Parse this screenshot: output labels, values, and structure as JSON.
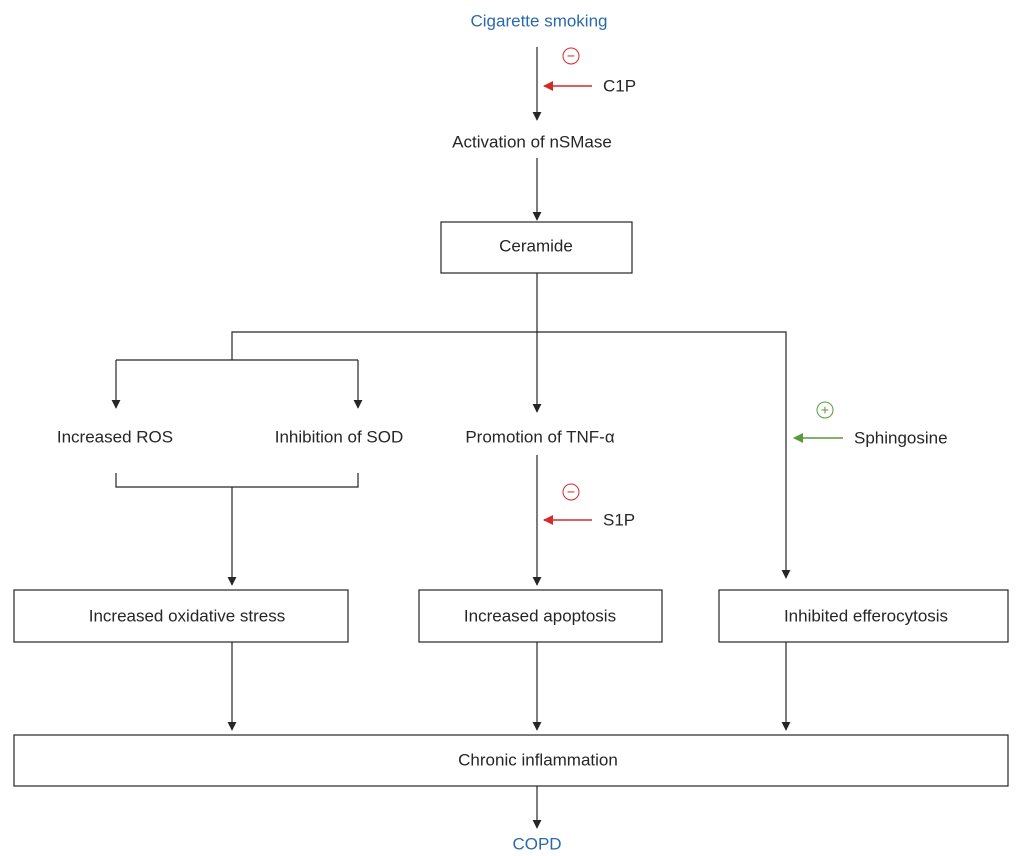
{
  "colors": {
    "line": "#262626",
    "start_end_text": "#2a6aaa",
    "inhibit": "#d32a2a",
    "promote": "#5a9a3a"
  },
  "nodes": {
    "cigarette_smoking": "Cigarette smoking",
    "activation_nsmase": "Activation of nSMase",
    "ceramide": "Ceramide",
    "increased_ros": "Increased ROS",
    "inhibition_sod": "Inhibition of SOD",
    "promotion_tnf": "Promotion of TNF-α",
    "increased_oxidative_stress": "Increased oxidative stress",
    "increased_apoptosis": "Increased apoptosis",
    "inhibited_efferocytosis": "Inhibited efferocytosis",
    "chronic_inflammation": "Chronic inflammation",
    "copd": "COPD"
  },
  "modulators": {
    "c1p": {
      "label": "C1P",
      "sign": "−",
      "icon": "inhibit-sign-icon"
    },
    "s1p": {
      "label": "S1P",
      "sign": "−",
      "icon": "inhibit-sign-icon"
    },
    "sphingosine": {
      "label": "Sphingosine",
      "sign": "+",
      "icon": "promote-sign-icon"
    }
  }
}
